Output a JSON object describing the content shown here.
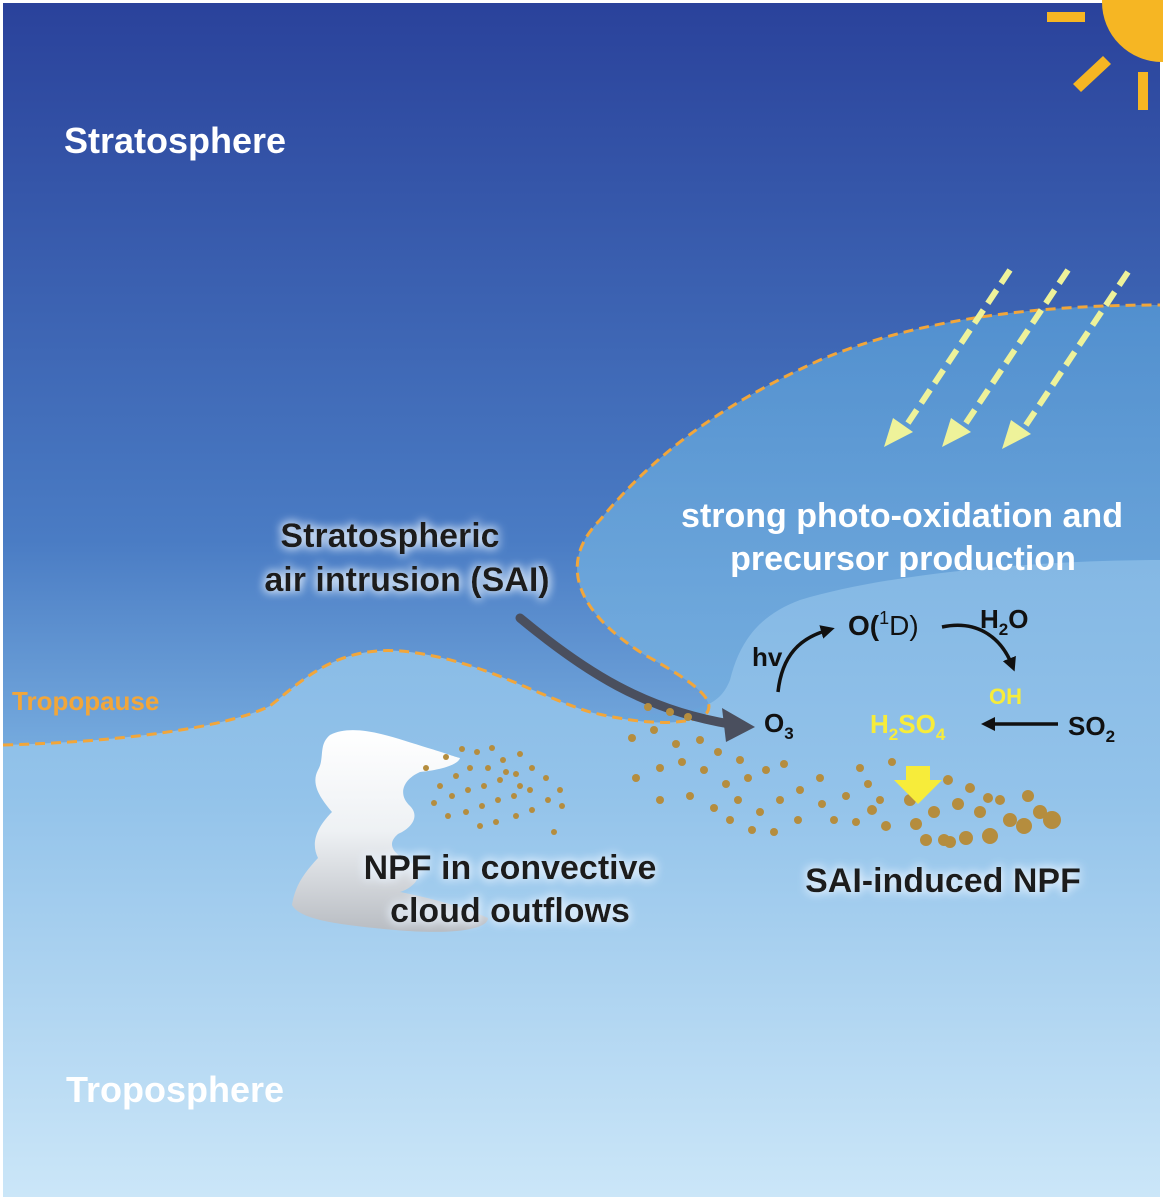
{
  "regions": {
    "stratosphere": "Stratosphere",
    "troposphere": "Troposphere",
    "tropopause": "Tropopause"
  },
  "sai": {
    "line1": "Stratospheric",
    "line2": "air intrusion (SAI)"
  },
  "photo": {
    "line1": "strong photo-oxidation and",
    "line2": "precursor production"
  },
  "chemistry": {
    "hv": "hv",
    "o_prefix": "O(",
    "o_sup": "1",
    "o_suffix": "D)",
    "h2o_h": "H",
    "h2o_sub": "2",
    "h2o_o": "O",
    "oh": "OH",
    "o3_o": "O",
    "o3_sub": "3",
    "h2so4_h": "H",
    "h2so4_sub1": "2",
    "h2so4_so": "SO",
    "h2so4_sub2": "4",
    "so2_so": "SO",
    "so2_sub": "2"
  },
  "npf": {
    "cloud_line1": "NPF in convective",
    "cloud_line2": "cloud outflows",
    "sai_induced": "SAI-induced NPF"
  },
  "colors": {
    "sky_top": "#2a429b",
    "sky_bottom": "#cbe6f8",
    "tropopause": "#f2a63a",
    "sun": "#f6b623",
    "sunbeam": "#eef29a",
    "h2so4": "#f7ec3a",
    "particle": "#b58d3e",
    "text_dark": "#1b1b1b",
    "text_light": "#ffffff"
  }
}
